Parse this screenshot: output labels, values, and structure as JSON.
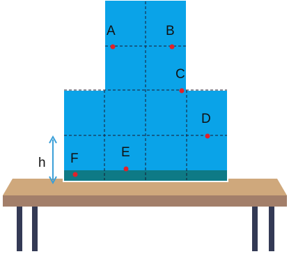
{
  "colors": {
    "water": "#0aa3e8",
    "water_edge": "#ffffff",
    "sediment": "#0e7a86",
    "table_top": "#cfa87c",
    "table_edge": "#a37f6a",
    "legs": "#343a55",
    "point": "#e0222a",
    "arrow": "#3a9fd8"
  },
  "points": [
    {
      "label": "A"
    },
    {
      "label": "B"
    },
    {
      "label": "C"
    },
    {
      "label": "D"
    },
    {
      "label": "E"
    },
    {
      "label": "F"
    }
  ],
  "height_label": "h"
}
